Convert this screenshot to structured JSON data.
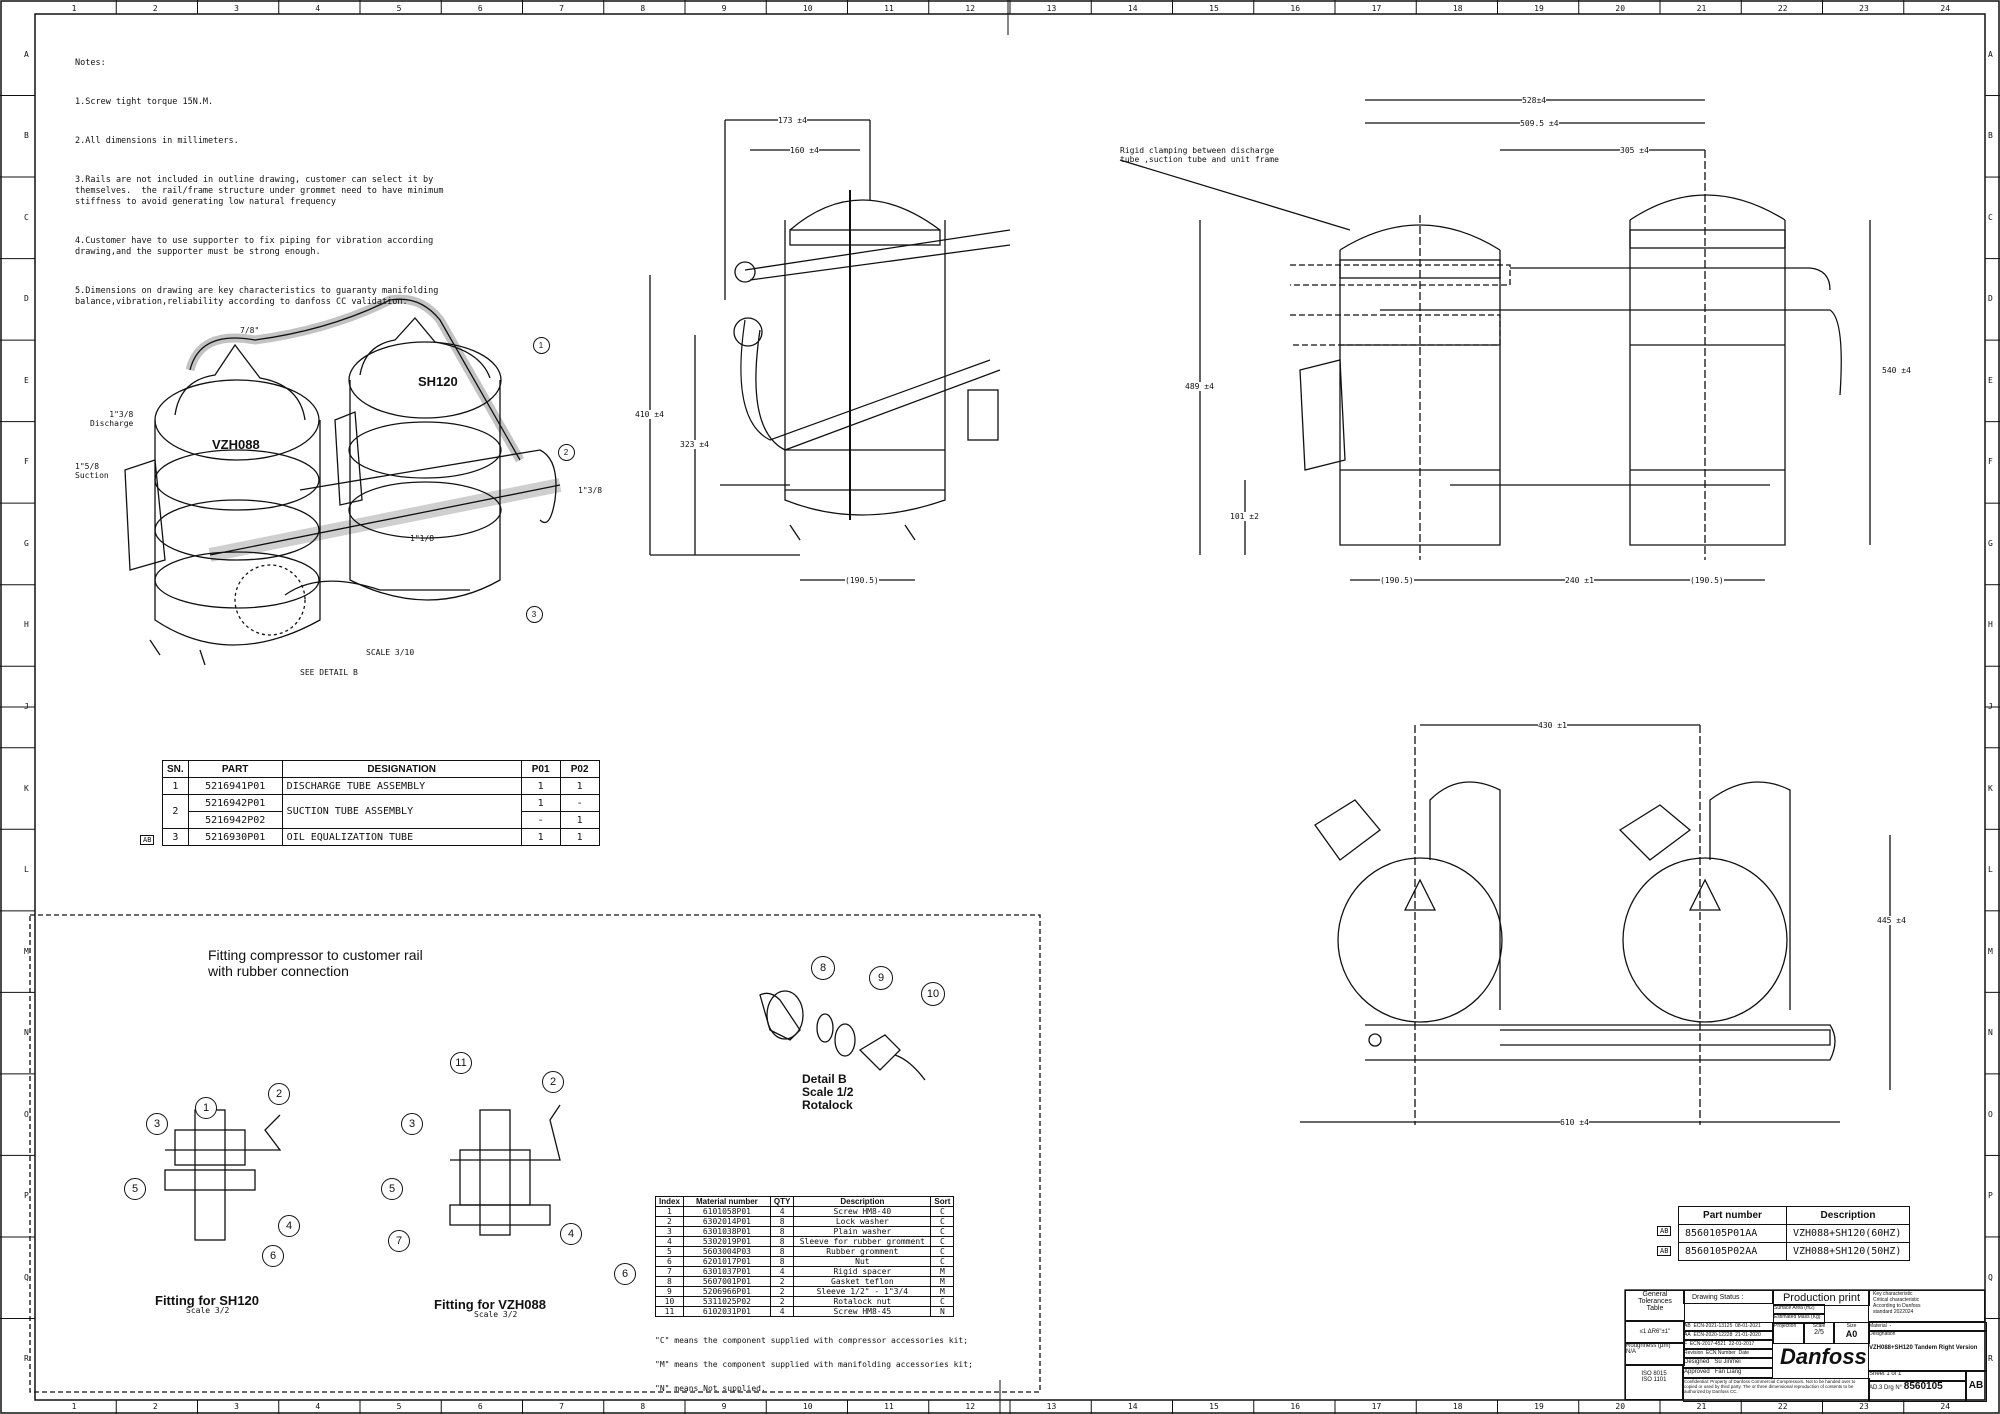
{
  "border": {
    "columns": [
      "1",
      "2",
      "3",
      "4",
      "5",
      "6",
      "7",
      "8",
      "9",
      "10",
      "11",
      "12",
      "13",
      "14",
      "15",
      "16",
      "17",
      "18",
      "19",
      "20",
      "21",
      "22",
      "23",
      "24"
    ],
    "rows": [
      "A",
      "B",
      "C",
      "D",
      "E",
      "F",
      "G",
      "H",
      "J",
      "K",
      "L",
      "M",
      "N",
      "O",
      "P",
      "Q",
      "R"
    ]
  },
  "notes": {
    "heading": "Notes:",
    "items": [
      "1.Screw tight torque 15N.M.",
      "2.All dimensions in millimeters.",
      "3.Rails are not included in outline drawing, customer can select it by\nthemselves.  the rail/frame structure under grommet need to have minimum\nstiffness to avoid generating low natural frequency",
      "4.Customer have to use supporter to fix piping for vibration according\ndrawing,and the supporter must be strong enough.",
      "5.Dimensions on drawing are key characteristics to guaranty manifolding\nbalance,vibration,reliability according to danfoss CC validation."
    ]
  },
  "iso_view": {
    "compressor_left": "VZH088",
    "compressor_right": "SH120",
    "labels": {
      "top_tube": "7/8\"",
      "discharge": "1\"3/8\nDischarge",
      "suction": "1\"5/8\nSuction",
      "right_tube": "1\"3/8",
      "mid_tube": "1\"1/8",
      "see_detail": "SEE DETAIL B",
      "scale": "SCALE  3/10"
    },
    "balloons": [
      "1",
      "2",
      "3"
    ]
  },
  "side_view": {
    "dims": {
      "d173": "173 ±4",
      "d160": "160 ±4",
      "d410": "410 ±4",
      "d323": "323 ±4",
      "d190": "(190.5)"
    }
  },
  "front_view": {
    "note": "Rigid clamping between discharge\ntube ,suction tube and unit frame",
    "dims": {
      "d528": "528±4",
      "d509": "509.5 ±4",
      "d305": "305 ±4",
      "d489": "489 ±4",
      "d540": "540 ±4",
      "d101": "101 ±2",
      "d190a": "(190.5)",
      "d240": "240 ±1",
      "d190b": "(190.5)"
    }
  },
  "top_view": {
    "dims": {
      "d430": "430 ±1",
      "d445": "445 ±4",
      "d610": "610 ±4"
    }
  },
  "parts_table": {
    "headers": [
      "SN.",
      "PART",
      "DESIGNATION",
      "P01",
      "P02"
    ],
    "rows": [
      {
        "sn": "1",
        "parts": [
          "5216941P01"
        ],
        "designation": "DISCHARGE TUBE ASSEMBLY",
        "p01": [
          "1"
        ],
        "p02": [
          "1"
        ]
      },
      {
        "sn": "2",
        "parts": [
          "5216942P01",
          "5216942P02"
        ],
        "designation": "SUCTION TUBE ASSEMBLY",
        "p01": [
          "1",
          "-"
        ],
        "p02": [
          "-",
          "1"
        ]
      },
      {
        "sn": "3",
        "parts": [
          "5216930P01"
        ],
        "designation": "OIL EQUALIZATION TUBE",
        "p01": [
          "1"
        ],
        "p02": [
          "1"
        ]
      }
    ],
    "revision_mark": "AB"
  },
  "fitting": {
    "title": "Fitting compressor to customer rail\nwith rubber connection",
    "sh120_title": "Fitting for SH120",
    "sh120_scale": "Scale 3/2",
    "vzh_title": "Fitting for VZH088",
    "vzh_scale": "Scale 3/2",
    "sh120_balloons": [
      "1",
      "2",
      "3",
      "4",
      "5",
      "6"
    ],
    "vzh_balloons": [
      "11",
      "2",
      "3",
      "4",
      "5",
      "6",
      "7"
    ]
  },
  "detail_b": {
    "title": "Detail B\nScale 1/2\nRotalock",
    "balloons": [
      "8",
      "9",
      "10"
    ]
  },
  "material_table": {
    "headers": [
      "Index",
      "Material number",
      "QTY",
      "Description",
      "Sort"
    ],
    "rows": [
      [
        "1",
        "6101058P01",
        "4",
        "Screw HM8-40",
        "C"
      ],
      [
        "2",
        "6302014P01",
        "8",
        "Lock washer",
        "C"
      ],
      [
        "3",
        "6301038P01",
        "8",
        "Plain washer",
        "C"
      ],
      [
        "4",
        "5302019P01",
        "8",
        "Sleeve for rubber gromment",
        "C"
      ],
      [
        "5",
        "5603004P03",
        "8",
        "Rubber gromment",
        "C"
      ],
      [
        "6",
        "6201017P01",
        "8",
        "Nut",
        "C"
      ],
      [
        "7",
        "6301037P01",
        "4",
        "Rigid spacer",
        "M"
      ],
      [
        "8",
        "5607001P01",
        "2",
        "Gasket teflon",
        "M"
      ],
      [
        "9",
        "5206966P01",
        "2",
        "Sleeve 1/2\" - 1\"3/4",
        "M"
      ],
      [
        "10",
        "5311025P02",
        "2",
        "Rotalock nut",
        "C"
      ],
      [
        "11",
        "6102031P01",
        "4",
        "Screw HM8-45",
        "N"
      ]
    ],
    "footnotes": [
      "\"C\" means the component supplied with compressor accessories kit;",
      "\"M\" means the component supplied with manifolding accessories kit;",
      "\"N\" means Not supplied."
    ]
  },
  "partnum_table": {
    "headers": [
      "Part number",
      "Description"
    ],
    "rows": [
      {
        "mark": "AB",
        "part": "8560105P01AA",
        "desc": "VZH088+SH120(60HZ)"
      },
      {
        "mark": "AB",
        "part": "8560105P02AA",
        "desc": "VZH088+SH120(50HZ)"
      }
    ]
  },
  "title_block": {
    "tolerances": "General\nTolerances\nTable",
    "drawing_status_label": "Drawing Status :",
    "drawing_status": "Production print",
    "surface_area": "Surface Area (m2)",
    "estimated_mass": "Estimated Mass (Kg)",
    "projection": "Projection",
    "scale_label": "Scale",
    "scale": "2/5",
    "size_label": "Size",
    "size": "A0",
    "revisions": [
      [
        "AB",
        "ECN-2021-13125",
        "08-01-2021"
      ],
      [
        "AA",
        "ECN-2020-12228",
        "21-01-2020"
      ],
      [
        "F",
        "ECN-2017-4521",
        "22-01-2017"
      ]
    ],
    "ecn_number": "ECN Number",
    "date_label": "Date",
    "revision_label": "Revision",
    "designed_label": "Designed",
    "designed": "Su Jinmei",
    "approved_label": "Approved",
    "approved": "Fan Liang",
    "roughness": "Roughness (µm)\nN/A",
    "thread": "≤1 ΔR6\"±1\"",
    "iso": "ISO 8015\nISO 1101",
    "legend": "Key characteristic\nCritical characteristic\nAccording to Danfoss\nstandard 2022024",
    "material_label": "Material",
    "material": "-",
    "designation_label": "Designation",
    "designation": "VZH088+SH120 Tandem Right Version",
    "confidential": "Confidential: Property of Danfoss Commercial Compressors. Not to be handed over to copied or used by third party. The or three dimensional reproduction of contents to be authorized by Danfoss CC.",
    "brand": "Danfoss",
    "sheet": "Sheet 1 of 1",
    "revision_box": "AB",
    "drawing_no_label": "Drg N°",
    "drawing_no": "8560105",
    "doc_ref": "AD.3"
  }
}
